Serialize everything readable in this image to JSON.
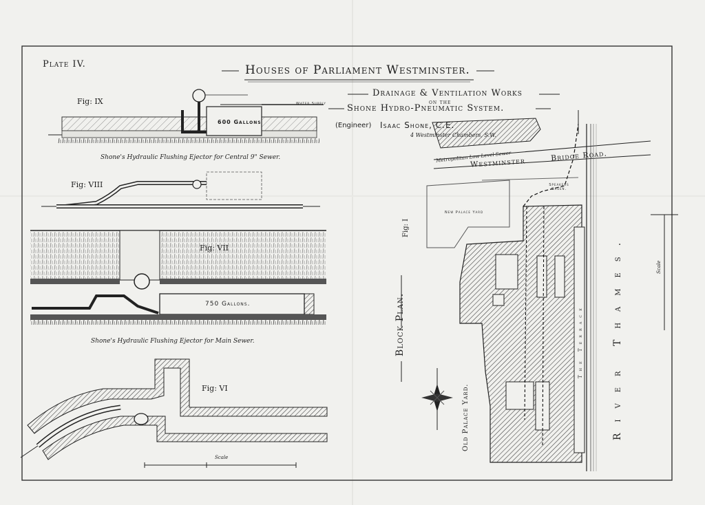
{
  "plate_label": "Plate IV.",
  "main_title": "Houses of Parliament Westminster.",
  "subtitle": {
    "line1": "Drainage & Ventilation Works",
    "line2": "on the",
    "line3": "Shone Hydro-Pneumatic System."
  },
  "engineer": {
    "role": "(Engineer)",
    "name": "Isaac Shone, C.E.",
    "address": "4 Westminster Chambers, S.W."
  },
  "figures": {
    "fig9": {
      "label": "Fig: IX",
      "tank": "600 Gallons",
      "water_supply": "Water Supply",
      "caption": "Shone's Hydraulic Flushing Ejector for Central 9\" Sewer."
    },
    "fig8": {
      "label": "Fig: VIII"
    },
    "fig7": {
      "label": "Fig: VII",
      "tank": "750 Gallons.",
      "caption": "Shone's Hydraulic Flushing Ejector for Main Sewer."
    },
    "fig6": {
      "label": "Fig: VI",
      "scale": "Scale"
    },
    "fig1": {
      "label": "Fig: I",
      "title": "Block Plan."
    }
  },
  "plan": {
    "westminster": "Westminster",
    "bridge_road": "Bridge Road.",
    "metropolitan_sewer": "Metropolitan Low Level Sewer",
    "new_palace_yard": "New Palace Yard",
    "old_palace_yard": "Old Palace Yard.",
    "speakers_green": "Speakers Green.",
    "the_terrace": "The Terrace",
    "river_thames": "River Thames.",
    "scale": "Scale"
  }
}
